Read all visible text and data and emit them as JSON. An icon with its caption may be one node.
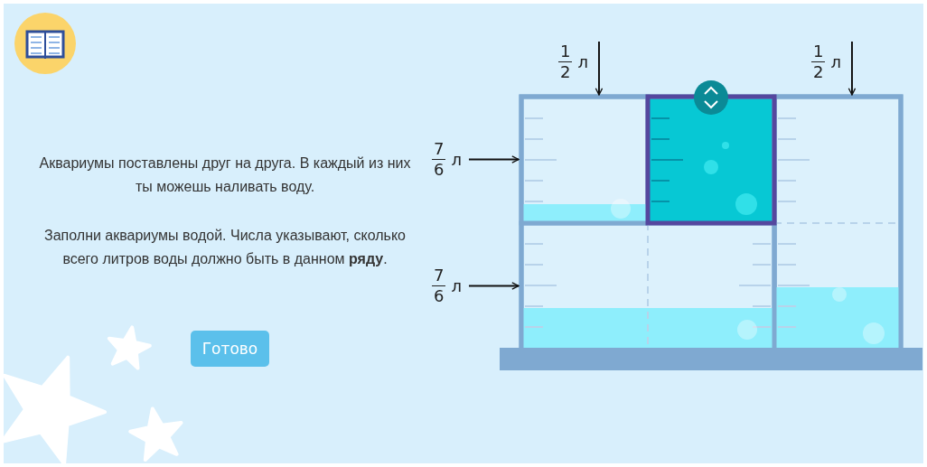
{
  "diagram": {
    "nodes": [
      {
        "text": [
          "1",
          "2",
          "л"
        ]
      },
      {
        "text": [
          "1",
          "2",
          "л"
        ]
      },
      {
        "text": [
          "7",
          "6",
          "л"
        ]
      },
      {
        "text": [
          "7",
          "6",
          "л"
        ]
      },
      {
        "text": [],
        "shape": "box"
      },
      {
        "text": [],
        "shape": "box"
      },
      {
        "text": [],
        "shape": "box"
      }
    ],
    "edges": [
      {
        "from": 0,
        "to": 4,
        "arrow": "to"
      },
      {
        "from": 1,
        "to": 5,
        "arrow": "to"
      },
      {
        "from": 2,
        "to": 4,
        "arrow": "to"
      },
      {
        "from": 3,
        "to": 6,
        "arrow": "to"
      }
    ],
    "labels": [
      "Аквариумы поставлены друг на друга. В каждый из них ты можешь наливать воду.",
      "Заполни аквариумы водой. Числа указывают, сколько всего литров воды должно быть в данном **ряду**.",
      "Готово"
    ]
  }
}
